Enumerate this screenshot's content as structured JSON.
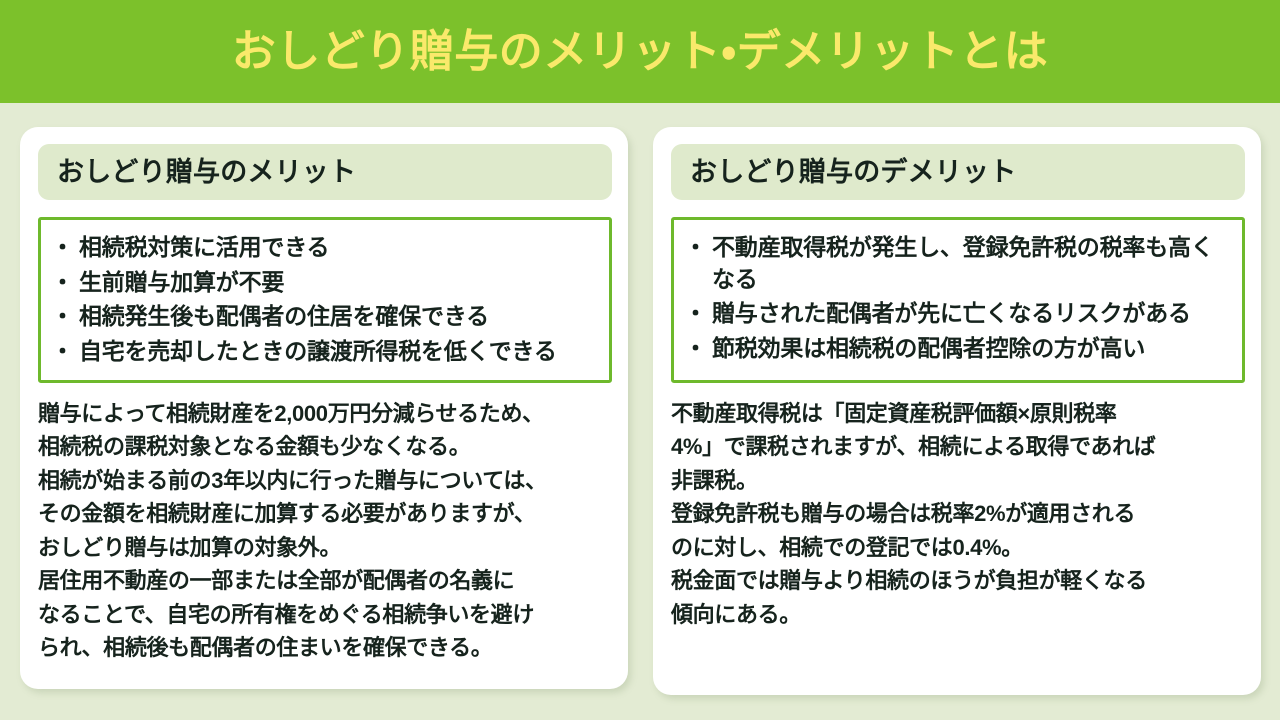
{
  "slide": {
    "title": "おしどり贈与のメリット・デメリットとは",
    "colors": {
      "band_background": "#7cc12b",
      "title_text": "#fae96b",
      "page_background": "#e3ebd3",
      "card_background": "#ffffff",
      "card_header_background": "#dfeacc",
      "bullet_box_border": "#6eb92c",
      "body_text": "#16231d"
    }
  },
  "cards": [
    {
      "header": "おしどり贈与のメリット",
      "bullets": [
        "相続税対策に活用できる",
        "生前贈与加算が不要",
        "相続発生後も配偶者の住居を確保できる",
        "自宅を売却したときの譲渡所得税を低くできる"
      ],
      "body_lines": [
        "贈与によって相続財産を2,000万円分減らせるため、",
        "相続税の課税対象となる金額も少なくなる。",
        "相続が始まる前の3年以内に行った贈与については、",
        "その金額を相続財産に加算する必要がありますが、",
        "おしどり贈与は加算の対象外。",
        "居住用不動産の一部または全部が配偶者の名義に",
        "なることで、自宅の所有権をめぐる相続争いを避け",
        "られ、相続後も配偶者の住まいを確保できる。"
      ]
    },
    {
      "header": "おしどり贈与のデメリット",
      "bullets": [
        "不動産取得税が発生し、登録免許税の税率も高くなる",
        "贈与された配偶者が先に亡くなるリスクがある",
        "節税効果は相続税の配偶者控除の方が高い"
      ],
      "body_lines": [
        "不動産取得税は「固定資産税評価額×原則税率",
        "4%」で課税されますが、相続による取得であれば",
        "非課税。",
        "登録免許税も贈与の場合は税率2%が適用される",
        "のに対し、相続での登記では0.4%。",
        "税金面では贈与より相続のほうが負担が軽くなる",
        "傾向にある。"
      ]
    }
  ]
}
